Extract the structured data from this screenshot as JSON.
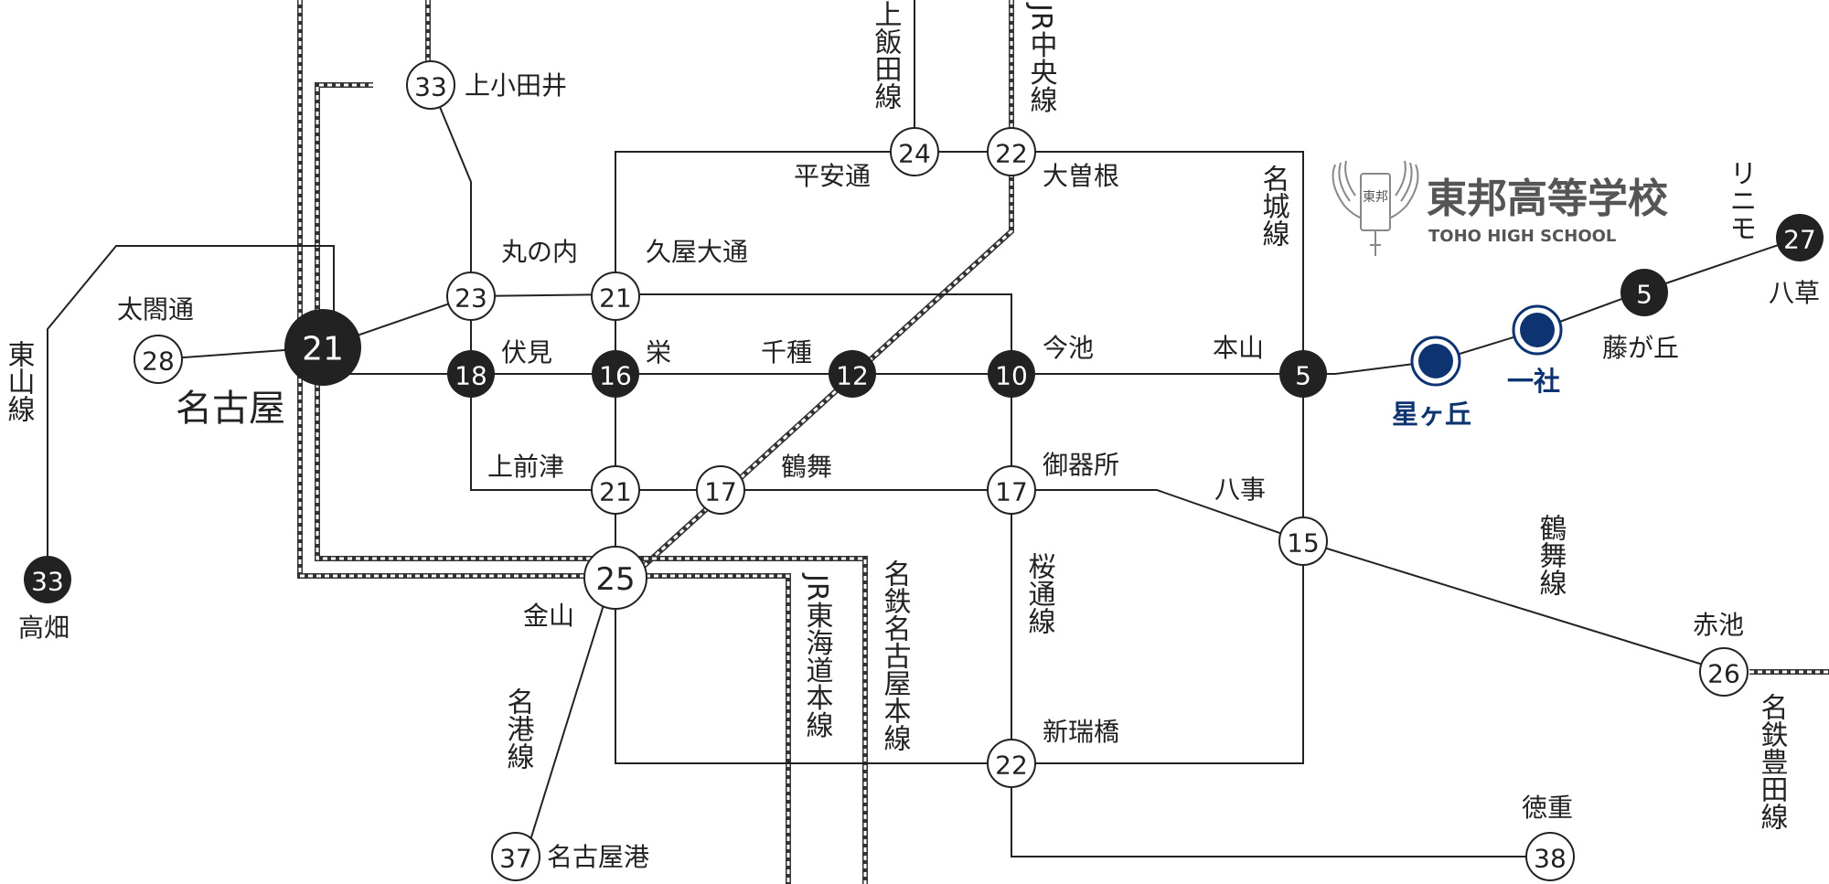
{
  "school": {
    "name": "東邦高等学校",
    "name_en": "TOHO HIGH SCHOOL",
    "emblem_text": "東邦",
    "accent_color": "#0d3471"
  },
  "lines": {
    "higashiyama": "東山線",
    "meijo": "名城線",
    "tsurumai": "鶴舞線",
    "sakuradori": "桜通線",
    "meiko": "名港線",
    "kamiiida": "上飯田線",
    "jr_chuo": "JR中央線",
    "jr_tokaido": "JR東海道本線",
    "meitetsu_nagoya": "名鉄名古屋本線",
    "meitetsu_toyota": "名鉄豊田線",
    "linimo": "リニモ"
  },
  "stations": [
    {
      "id": "nagoya",
      "name": "名古屋",
      "num": "21",
      "style": "hub"
    },
    {
      "id": "taikodori",
      "name": "太閤通",
      "num": "28",
      "style": "white"
    },
    {
      "id": "takabata",
      "name": "高畑",
      "num": "33",
      "style": "black"
    },
    {
      "id": "kamiotai",
      "name": "上小田井",
      "num": "33",
      "style": "white"
    },
    {
      "id": "marunouchi",
      "name": "丸の内",
      "num": "23",
      "style": "white"
    },
    {
      "id": "fushimi",
      "name": "伏見",
      "num": "18",
      "style": "black"
    },
    {
      "id": "hisayaodori",
      "name": "久屋大通",
      "num": "21",
      "style": "white"
    },
    {
      "id": "sakae",
      "name": "栄",
      "num": "16",
      "style": "black"
    },
    {
      "id": "heiando",
      "name": "平安通",
      "num": "24",
      "style": "white"
    },
    {
      "id": "ozone",
      "name": "大曽根",
      "num": "22",
      "style": "white"
    },
    {
      "id": "chikusa",
      "name": "千種",
      "num": "12",
      "style": "black"
    },
    {
      "id": "imaike",
      "name": "今池",
      "num": "10",
      "style": "black"
    },
    {
      "id": "motoyama",
      "name": "本山",
      "num": "5",
      "style": "black"
    },
    {
      "id": "kamimaezu",
      "name": "上前津",
      "num": "21",
      "style": "white"
    },
    {
      "id": "tsurumai",
      "name": "鶴舞",
      "num": "17",
      "style": "white"
    },
    {
      "id": "gokiso",
      "name": "御器所",
      "num": "17",
      "style": "white"
    },
    {
      "id": "yagoto",
      "name": "八事",
      "num": "15",
      "style": "white"
    },
    {
      "id": "kanayama",
      "name": "金山",
      "num": "25",
      "style": "white"
    },
    {
      "id": "aratamabashi",
      "name": "新瑞橋",
      "num": "22",
      "style": "white"
    },
    {
      "id": "nagoyako",
      "name": "名古屋港",
      "num": "37",
      "style": "white"
    },
    {
      "id": "tokushige",
      "name": "徳重",
      "num": "38",
      "style": "white"
    },
    {
      "id": "akaike",
      "name": "赤池",
      "num": "26",
      "style": "white"
    },
    {
      "id": "hoshigaoka",
      "name": "星ヶ丘",
      "num": "",
      "style": "highlight"
    },
    {
      "id": "issha",
      "name": "一社",
      "num": "",
      "style": "highlight"
    },
    {
      "id": "fujigaoka",
      "name": "藤が丘",
      "num": "5",
      "style": "black"
    },
    {
      "id": "yakusa",
      "name": "八草",
      "num": "27",
      "style": "black"
    }
  ]
}
